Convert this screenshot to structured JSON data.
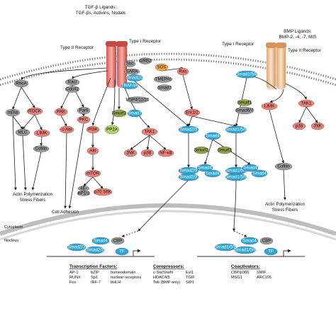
{
  "ligands": {
    "tgf": [
      "TGF-β Ligands:",
      "TGF-βs, Activins, Nodals"
    ],
    "bmp": [
      "BMP Ligands:",
      "BMP-2, -4, -7, MIS"
    ]
  },
  "receptors": {
    "left_type1": "Type I Receptor",
    "left_type2": "Type II Receptor",
    "right_type1": "Type I Receptor",
    "right_type2": "Type II Receptor"
  },
  "nodes": {
    "shc": "Shc",
    "grb2": "GRB2",
    "sos": "SOS",
    "ras": "Ras",
    "sara": "SARA",
    "smad23_top": "Smad2/3",
    "tmepai": "TMEPAI",
    "smad7_top": "Smad7",
    "traf46": "TRAF4/6",
    "usp": "USP4/11/15",
    "smurf2_left": "Smurf2",
    "smad7_left": "Smad7",
    "rhoa": "RhoA",
    "rac": "Rac/",
    "cdc42": "Cdc42",
    "mdia": "mDia",
    "rock": "ROCK",
    "pak": "PAK",
    "par6": "Par6",
    "pkc": "PKC",
    "cabl_left": "c-Abl",
    "mlc": "MLC",
    "limk_left": "LIMK",
    "cofilin_left": "Cofilin",
    "pi3k": "PI3K",
    "akt": "Akt",
    "mtor": "mTOR",
    "ebp_a": "4E-",
    "ebp_b": "BP1/2",
    "p70": "p70 S6K",
    "pp2a": "PP2A",
    "tak1_left": "TAK1",
    "jnk_left": "JNK",
    "p38_left": "p38",
    "nfkb": "NF-κB",
    "erk": "Erk1/2",
    "smad159_top": "Smad1/5/9",
    "smad67": "Smad6/7",
    "smurf1_top": "Smurf1",
    "smad23_mid": "Smad2/3",
    "smad159_mid": "Smad1/5/9",
    "smad4_mid": "Smad4",
    "smurf2_mid": "Smurf2",
    "smurf1_mid": "Smurf1",
    "limk_right": "LIMK",
    "tak1_right": "TAK1",
    "p38_right": "p38",
    "jnk_right": "JNK",
    "cofilin_right": "Cofilin",
    "cx_smad23": "Smad2/3",
    "cx_smad4": "Smad4",
    "cx_smad159": "Smad1/5/9",
    "cx_smad4b": "Smad4",
    "n_smad4_l": "Smad4",
    "n_cbp_l": "CBP",
    "n_smad23_l1": "Smad2/3",
    "n_smad23_l2": "Smad2/3",
    "n_tf_l": "TF",
    "n_smad4_r": "Smad4",
    "n_cbp_r": "CBP",
    "n_smad159_r1": "Smad1/5/9",
    "n_smad159_r2": "Smad1/5/9",
    "n_tf_r": "TF"
  },
  "outputs": {
    "actin_left": [
      "Actin Polymerization",
      "Stress Fibers"
    ],
    "adhesion": "Cell Adhesion",
    "actin_right": [
      "Actin Polymerization",
      "Stress Fibers"
    ]
  },
  "compartments": {
    "cytoplasm": "Cytoplasm",
    "nucleus": "Nucleus"
  },
  "legend": {
    "tf": {
      "title": "Transcription Factors:",
      "rows": [
        [
          "AP-1",
          "bZIP",
          "homeodomain"
        ],
        [
          "RUNX",
          "Sp1",
          "nuclear receptors"
        ],
        [
          "Fox",
          "IRF-7",
          "bHLH"
        ]
      ]
    },
    "corep": {
      "title": "Corepressors:",
      "rows": [
        [
          "c-Ski/SnoN",
          "Evi1"
        ],
        [
          "HDAC4/5",
          "TGIF"
        ],
        [
          "Tob (BMP only)",
          "SIP1"
        ]
      ]
    },
    "coact": {
      "title": "Coactivators:",
      "rows": [
        [
          "CBP/p300",
          "SMIF"
        ],
        [
          "MSG1",
          "ARC105"
        ]
      ]
    }
  },
  "colors": {
    "blue": "#2aa6dc",
    "red": "#f08077",
    "grey": "#9a9a9a",
    "green": "#b5d36a",
    "olive": "#9aa24a",
    "orange": "#f3a94a"
  }
}
